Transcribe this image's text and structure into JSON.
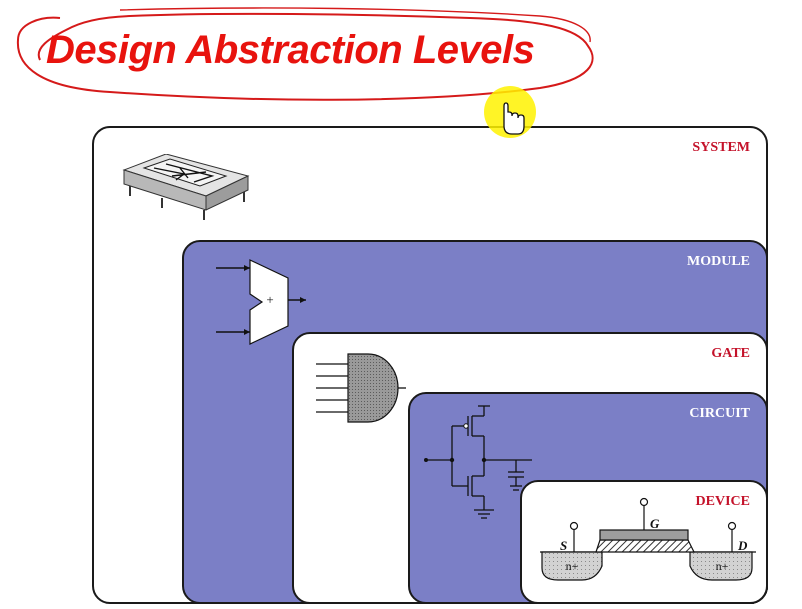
{
  "title": "Design Abstraction Levels",
  "levels": {
    "system": "SYSTEM",
    "module": "MODULE",
    "gate": "GATE",
    "circuit": "CIRCUIT",
    "device": "DEVICE"
  },
  "module_symbol": "+",
  "device": {
    "source": "S",
    "gate": "G",
    "drain": "D",
    "left_well": "n+",
    "right_well": "n+"
  },
  "colors": {
    "title": "#e8130e",
    "annotation": "#d51a1a",
    "label_red": "#c4122a",
    "level_fill": "#7b7fc6",
    "cursor_highlight": "#fff200"
  }
}
